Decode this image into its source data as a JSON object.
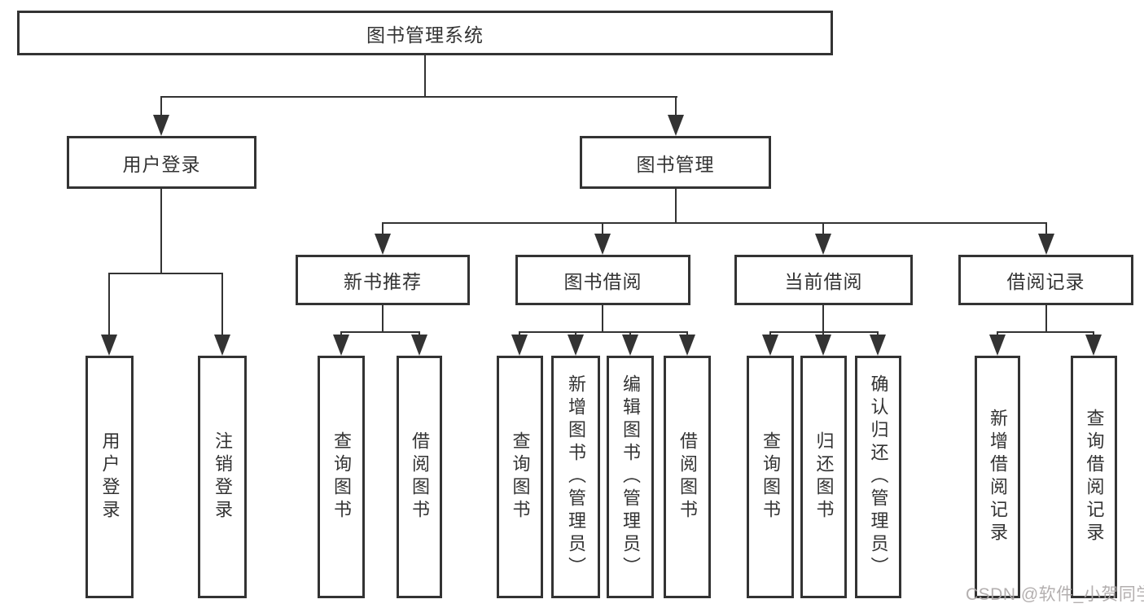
{
  "diagram": {
    "tree": {
      "label": "图书管理系统",
      "children": [
        {
          "label": "用户登录",
          "children": [
            {
              "label": "用户登录"
            },
            {
              "label": "注销登录"
            }
          ]
        },
        {
          "label": "图书管理",
          "children": [
            {
              "label": "新书推荐",
              "children": [
                {
                  "label": "查询图书"
                },
                {
                  "label": "借阅图书"
                }
              ]
            },
            {
              "label": "图书借阅",
              "children": [
                {
                  "label": "查询图书"
                },
                {
                  "label": "新增图书（管理员）"
                },
                {
                  "label": "编辑图书（管理员）"
                },
                {
                  "label": "借阅图书"
                }
              ]
            },
            {
              "label": "当前借阅",
              "children": [
                {
                  "label": "查询图书"
                },
                {
                  "label": "归还图书"
                },
                {
                  "label": "确认归还（管理员）"
                }
              ]
            },
            {
              "label": "借阅记录",
              "children": [
                {
                  "label": "新增借阅记录"
                },
                {
                  "label": "查询借阅记录"
                }
              ]
            }
          ]
        }
      ]
    },
    "watermark": "CSDN @软件_小贺同学",
    "colors": {
      "line": "#333333",
      "text": "#333333",
      "background": "#ffffff",
      "watermark": "#ada8a8"
    }
  }
}
